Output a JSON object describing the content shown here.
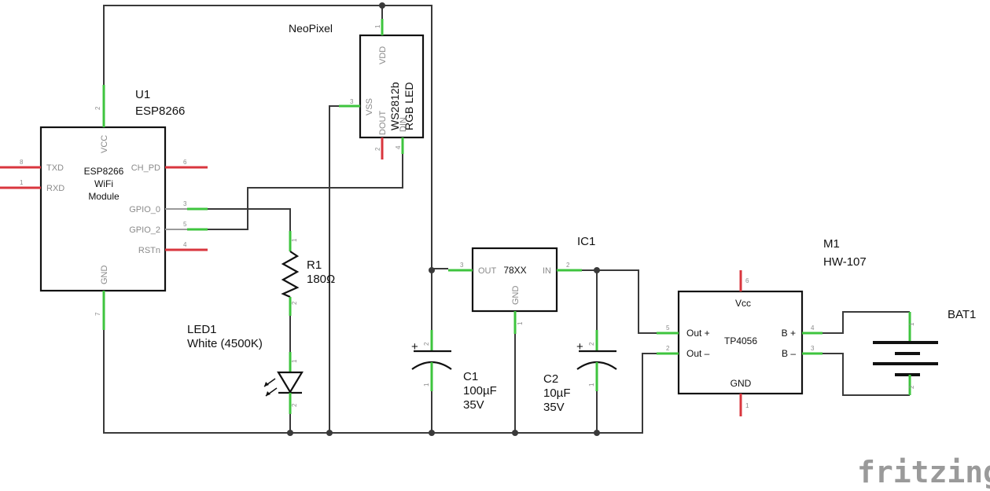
{
  "parts": {
    "u1": {
      "ref": "U1",
      "name": "ESP8266",
      "body_lines": [
        "ESP8266",
        "WiFi",
        "Module"
      ]
    },
    "led_strip": {
      "title": "NeoPixel",
      "body_lines": [
        "WS2812b",
        "RGB LED"
      ]
    },
    "r1": {
      "ref": "R1",
      "value": "180Ω"
    },
    "led1": {
      "ref": "LED1",
      "value": "White (4500K)"
    },
    "ic1": {
      "ref": "IC1",
      "name": "78XX"
    },
    "c1": {
      "ref": "C1",
      "value": "100µF",
      "voltage": "35V",
      "polarity": "+"
    },
    "c2": {
      "ref": "C2",
      "value": "10µF",
      "voltage": "35V",
      "polarity": "+"
    },
    "m1": {
      "ref": "M1",
      "name": "HW-107",
      "chip": "TP4056"
    },
    "bat1": {
      "ref": "BAT1"
    }
  },
  "pins": {
    "u1": {
      "vcc": "VCC",
      "vcc_num": "2",
      "txd": "TXD",
      "txd_num": "8",
      "rxd": "RXD",
      "rxd_num": "1",
      "ch_pd": "CH_PD",
      "ch_pd_num": "6",
      "gpio0": "GPIO_0",
      "gpio0_num": "3",
      "gpio2": "GPIO_2",
      "gpio2_num": "5",
      "rstn": "RSTn",
      "rstn_num": "4",
      "gnd": "GND",
      "gnd_num": "7"
    },
    "led_strip": {
      "vdd": "VDD",
      "vdd_num": "1",
      "vss": "VSS",
      "vss_num": "3",
      "dout": "DOUT",
      "dout_num": "2",
      "din": "DIN",
      "din_num": "4"
    },
    "r1": {
      "p1": "1",
      "p2": "2"
    },
    "led1": {
      "p1": "1",
      "p2": "2"
    },
    "ic1": {
      "out": "OUT",
      "out_num": "3",
      "in": "IN",
      "in_num": "2",
      "gnd": "GND",
      "gnd_num": "1"
    },
    "c1": {
      "p1": "1",
      "p2": "2"
    },
    "c2": {
      "p1": "1",
      "p2": "2"
    },
    "m1": {
      "vcc": "Vcc",
      "vcc_num": "6",
      "out_plus": "Out +",
      "out_plus_num": "5",
      "out_minus": "Out –",
      "out_minus_num": "2",
      "b_plus": "B +",
      "b_plus_num": "4",
      "b_minus": "B –",
      "b_minus_num": "3",
      "gnd": "GND",
      "gnd_num": "1"
    },
    "bat1": {
      "p1": "1",
      "p2": "2"
    }
  },
  "watermark": "fritzing"
}
